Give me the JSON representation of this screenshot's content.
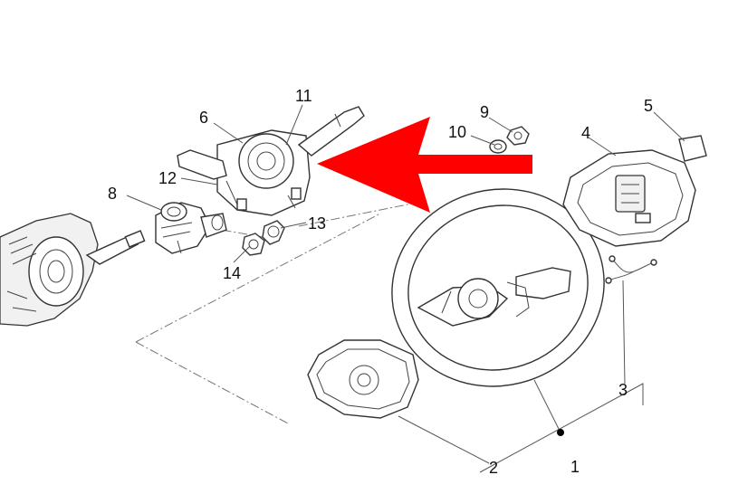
{
  "diagram": {
    "callouts": [
      {
        "id": "c1",
        "label": "1"
      },
      {
        "id": "c2",
        "label": "2"
      },
      {
        "id": "c3",
        "label": "3"
      },
      {
        "id": "c4",
        "label": "4"
      },
      {
        "id": "c5",
        "label": "5"
      },
      {
        "id": "c6",
        "label": "6"
      },
      {
        "id": "c8",
        "label": "8"
      },
      {
        "id": "c9",
        "label": "9"
      },
      {
        "id": "c10",
        "label": "10"
      },
      {
        "id": "c11",
        "label": "11"
      },
      {
        "id": "c12",
        "label": "12"
      },
      {
        "id": "c13",
        "label": "13"
      },
      {
        "id": "c14",
        "label": "14"
      }
    ],
    "arrow_color": "#ff0000",
    "line_color": "#333333"
  }
}
